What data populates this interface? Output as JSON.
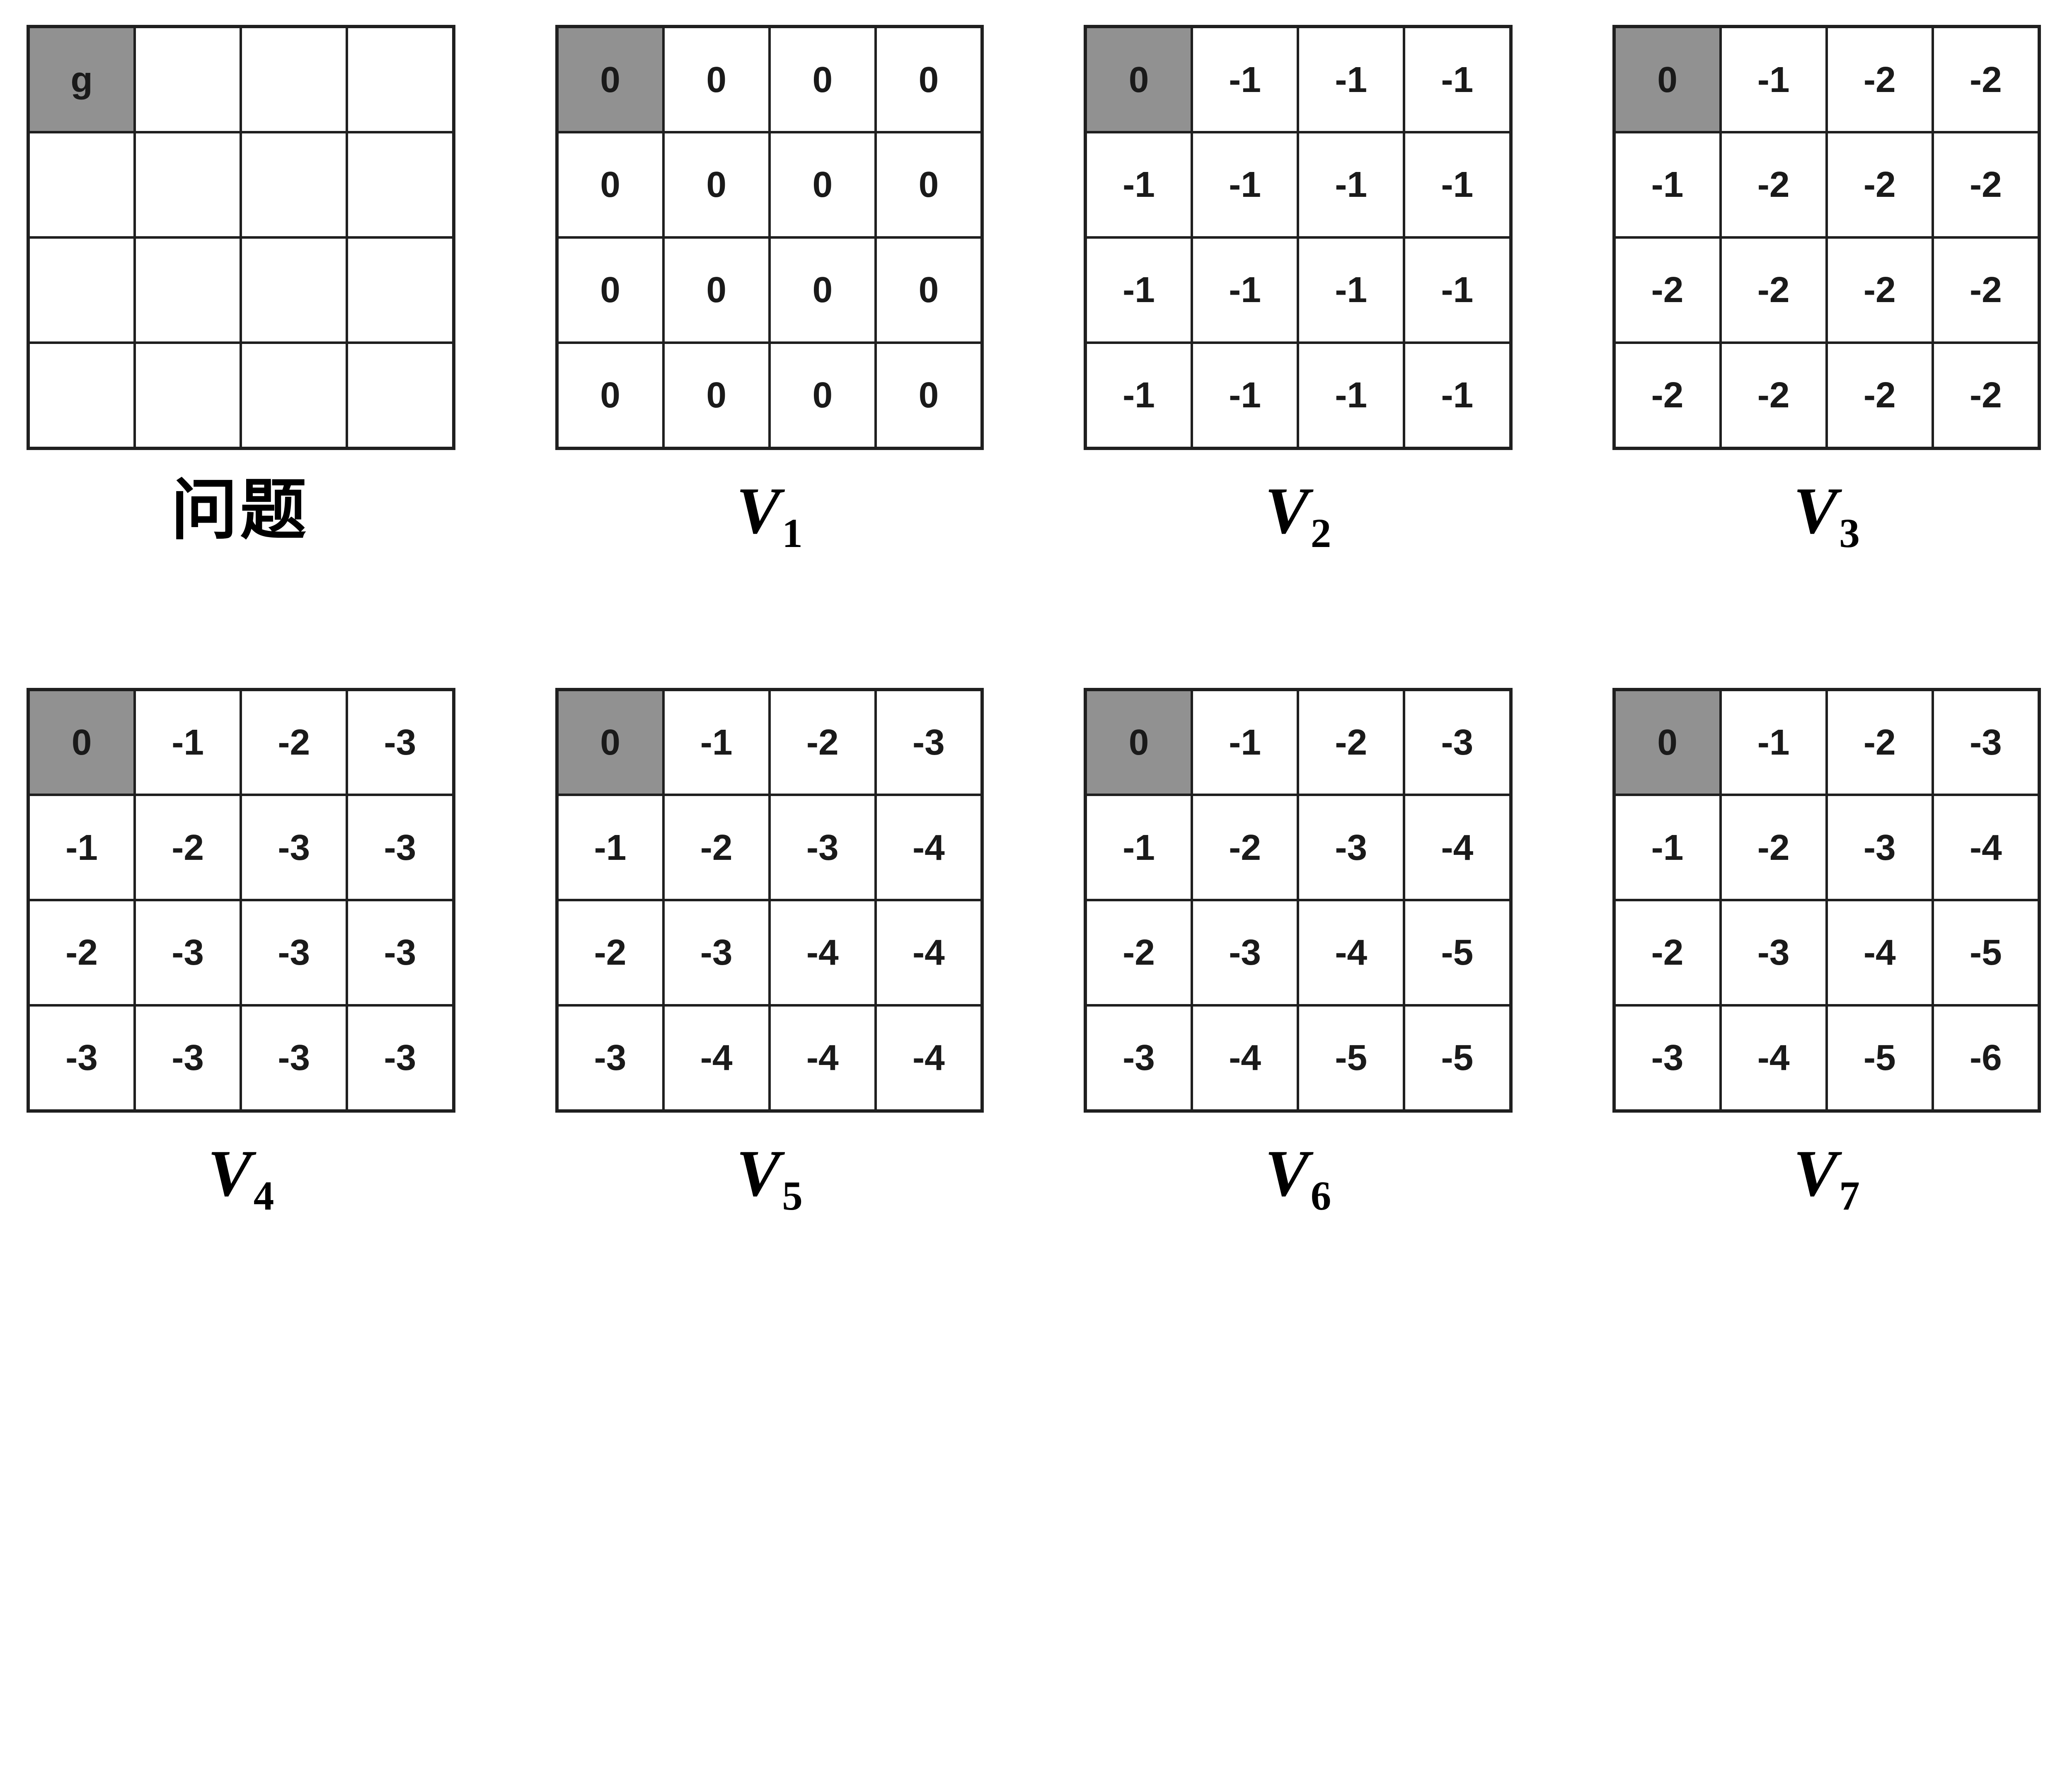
{
  "figure": {
    "description_colors": {
      "background": "#ffffff",
      "grid_line": "#1f1f1f",
      "cell_background": "#ffffff",
      "goal_cell_background": "#919191",
      "text": "#1a1a1a"
    }
  },
  "panels": [
    {
      "id": "problem",
      "label": {
        "main": "问题",
        "sub": ""
      },
      "goal_cell": [
        0,
        0
      ],
      "cells": [
        [
          "g",
          "",
          "",
          ""
        ],
        [
          "",
          "",
          "",
          ""
        ],
        [
          "",
          "",
          "",
          ""
        ],
        [
          "",
          "",
          "",
          ""
        ]
      ]
    },
    {
      "id": "v1",
      "label": {
        "main": "V",
        "sub": "1"
      },
      "goal_cell": [
        0,
        0
      ],
      "cells": [
        [
          "0",
          "0",
          "0",
          "0"
        ],
        [
          "0",
          "0",
          "0",
          "0"
        ],
        [
          "0",
          "0",
          "0",
          "0"
        ],
        [
          "0",
          "0",
          "0",
          "0"
        ]
      ]
    },
    {
      "id": "v2",
      "label": {
        "main": "V",
        "sub": "2"
      },
      "goal_cell": [
        0,
        0
      ],
      "cells": [
        [
          "0",
          "-1",
          "-1",
          "-1"
        ],
        [
          "-1",
          "-1",
          "-1",
          "-1"
        ],
        [
          "-1",
          "-1",
          "-1",
          "-1"
        ],
        [
          "-1",
          "-1",
          "-1",
          "-1"
        ]
      ]
    },
    {
      "id": "v3",
      "label": {
        "main": "V",
        "sub": "3"
      },
      "goal_cell": [
        0,
        0
      ],
      "cells": [
        [
          "0",
          "-1",
          "-2",
          "-2"
        ],
        [
          "-1",
          "-2",
          "-2",
          "-2"
        ],
        [
          "-2",
          "-2",
          "-2",
          "-2"
        ],
        [
          "-2",
          "-2",
          "-2",
          "-2"
        ]
      ]
    },
    {
      "id": "v4",
      "label": {
        "main": "V",
        "sub": "4"
      },
      "goal_cell": [
        0,
        0
      ],
      "cells": [
        [
          "0",
          "-1",
          "-2",
          "-3"
        ],
        [
          "-1",
          "-2",
          "-3",
          "-3"
        ],
        [
          "-2",
          "-3",
          "-3",
          "-3"
        ],
        [
          "-3",
          "-3",
          "-3",
          "-3"
        ]
      ]
    },
    {
      "id": "v5",
      "label": {
        "main": "V",
        "sub": "5"
      },
      "goal_cell": [
        0,
        0
      ],
      "cells": [
        [
          "0",
          "-1",
          "-2",
          "-3"
        ],
        [
          "-1",
          "-2",
          "-3",
          "-4"
        ],
        [
          "-2",
          "-3",
          "-4",
          "-4"
        ],
        [
          "-3",
          "-4",
          "-4",
          "-4"
        ]
      ]
    },
    {
      "id": "v6",
      "label": {
        "main": "V",
        "sub": "6"
      },
      "goal_cell": [
        0,
        0
      ],
      "cells": [
        [
          "0",
          "-1",
          "-2",
          "-3"
        ],
        [
          "-1",
          "-2",
          "-3",
          "-4"
        ],
        [
          "-2",
          "-3",
          "-4",
          "-5"
        ],
        [
          "-3",
          "-4",
          "-5",
          "-5"
        ]
      ]
    },
    {
      "id": "v7",
      "label": {
        "main": "V",
        "sub": "7"
      },
      "goal_cell": [
        0,
        0
      ],
      "cells": [
        [
          "0",
          "-1",
          "-2",
          "-3"
        ],
        [
          "-1",
          "-2",
          "-3",
          "-4"
        ],
        [
          "-2",
          "-3",
          "-4",
          "-5"
        ],
        [
          "-3",
          "-4",
          "-5",
          "-6"
        ]
      ]
    }
  ]
}
